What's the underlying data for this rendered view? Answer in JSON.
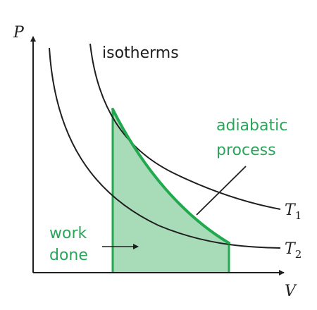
{
  "axes": {
    "y_label": "P",
    "x_label": "V"
  },
  "labels": {
    "isotherms": "isotherms",
    "adiabatic_line1": "adiabatic",
    "adiabatic_line2": "process",
    "work_line1": "work",
    "work_line2": "done",
    "t1_base": "T",
    "t1_sub": "1",
    "t2_base": "T",
    "t2_sub": "2"
  },
  "colors": {
    "ink": "#1f1f1f",
    "adiabat": "#22a94f",
    "fill": "#a8dcb8",
    "label_green": "#2aa55a"
  }
}
